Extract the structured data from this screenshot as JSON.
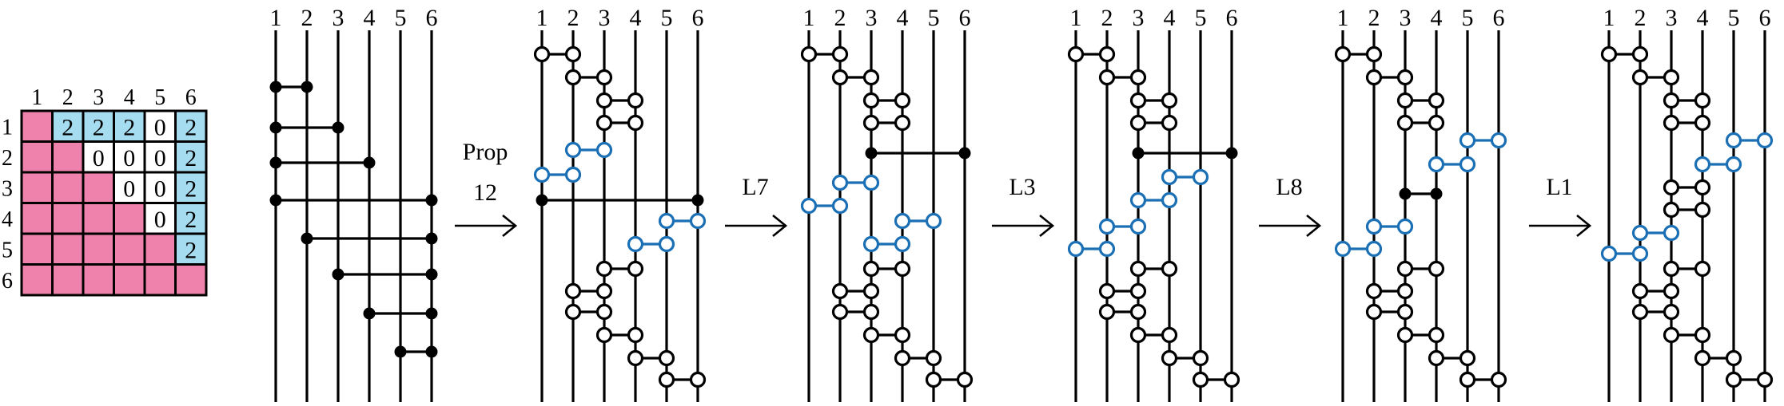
{
  "colors": {
    "pink": "#ee82ad",
    "blue": "#a6dcf0",
    "line": "#000000",
    "accent_blue": "#1a6fb5"
  },
  "grid": {
    "col_labels": [
      "1",
      "2",
      "3",
      "4",
      "5",
      "6"
    ],
    "row_labels": [
      "1",
      "2",
      "3",
      "4",
      "5",
      "6"
    ],
    "cells": [
      [
        "P",
        "2",
        "2",
        "2",
        "0",
        "2"
      ],
      [
        "P",
        "P",
        "0",
        "0",
        "0",
        "2"
      ],
      [
        "P",
        "P",
        "P",
        "0",
        "0",
        "2"
      ],
      [
        "P",
        "P",
        "P",
        "P",
        "0",
        "2"
      ],
      [
        "P",
        "P",
        "P",
        "P",
        "P",
        "2"
      ],
      [
        "P",
        "P",
        "P",
        "P",
        "P",
        "P"
      ]
    ]
  },
  "wire_labels": [
    "1",
    "2",
    "3",
    "4",
    "5",
    "6"
  ],
  "arrows": [
    {
      "line1": "Prop",
      "line2": "12"
    },
    {
      "line1": "L7",
      "line2": ""
    },
    {
      "line1": "L3",
      "line2": ""
    },
    {
      "line1": "L8",
      "line2": ""
    },
    {
      "line1": "L1",
      "line2": ""
    }
  ]
}
